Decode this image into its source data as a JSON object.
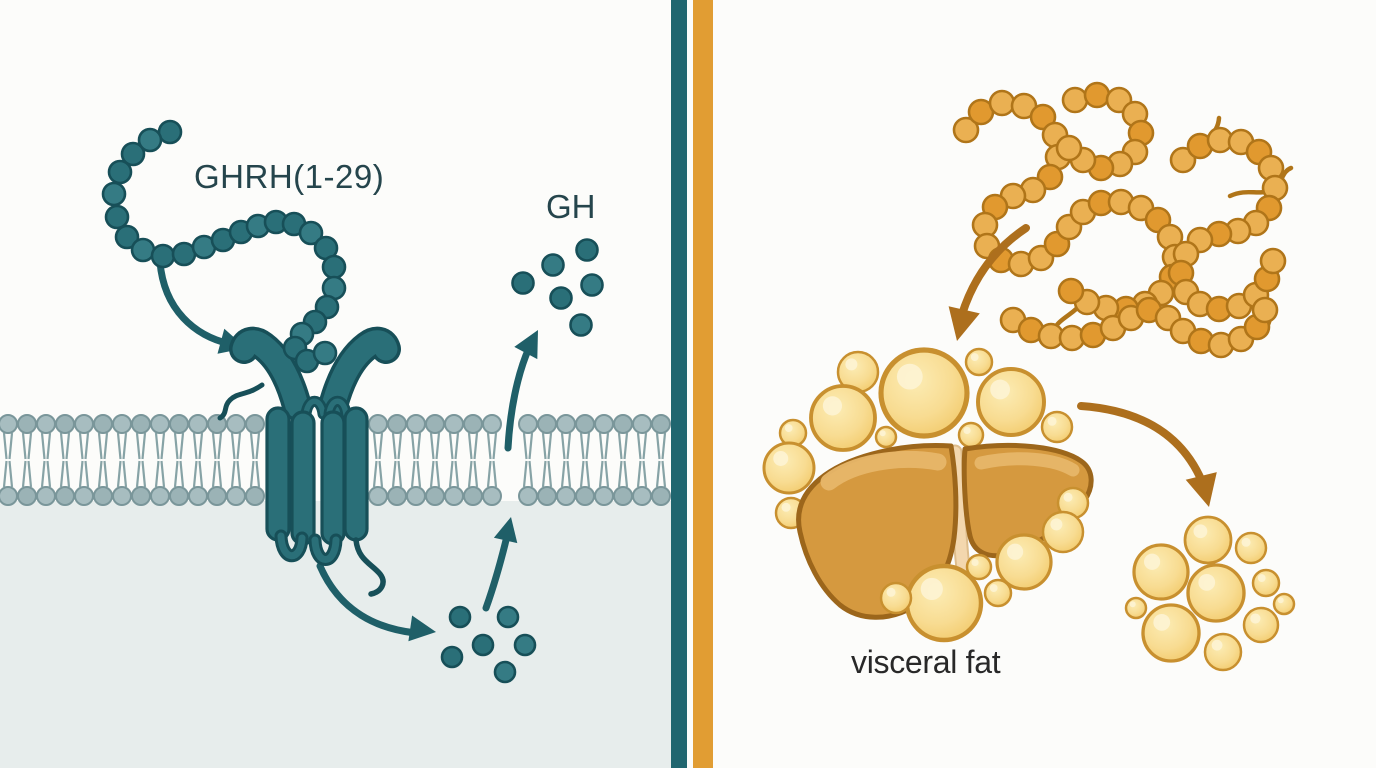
{
  "figure": {
    "kind": "two-panel biological illustration",
    "panel_count": 2
  },
  "left_panel": {
    "name": "GHRH signaling at cell membrane receptor",
    "peptide_label": "GHRH(1-29)",
    "hormone_label": "GH",
    "elements": [
      "ghrh-peptide-bead-chain",
      "binding-arrow",
      "ghrh-receptor",
      "cell-membrane-bilayer",
      "cytoplasm-region",
      "second-messenger-dots",
      "secretion-arrow-lower",
      "secretion-arrow-upper",
      "gh-molecule-dots"
    ]
  },
  "divider": {
    "stripes": [
      "teal",
      "orange"
    ]
  },
  "right_panel": {
    "name": "Liver, visceral fat and fat-cell cluster",
    "caption": "visceral fat",
    "elements": [
      "peptide-tangle",
      "down-arrow",
      "liver",
      "visceral-fat-cells",
      "mobilization-arrow",
      "fat-cell-cluster"
    ]
  },
  "colors": {
    "panel_bg": "#fcfcfa",
    "accent_teal": "#2a6f78",
    "accent_teal_alt": "#357b84",
    "teal_outline": "#174f58",
    "arrow_teal": "#1f5f68",
    "membrane_head": "#a7bdc0",
    "membrane_head_alt": "#9bb3b6",
    "membrane_stroke": "#7a969a",
    "membrane_tail": "#87a3a6",
    "cytoplasm": "#e7edec",
    "divider_teal": "#20666f",
    "divider_orange": "#e19d33",
    "bead_orange": "#eab052",
    "bead_orange_alt": "#e1992f",
    "bead_orange_outline": "#b07519",
    "arrow_brown": "#ad6f1d",
    "liver_fill": "#d5993f",
    "liver_outline": "#9c661b",
    "liver_highlight": "#e7b669",
    "ligament": "#f3d7ae",
    "ligament_outline": "#debd8c",
    "fat_fill": "#f8dc92",
    "fat_fill_light": "#fcecb4",
    "fat_fill_deep": "#f1c765",
    "fat_outline": "#c8902f",
    "fat_highlight": "#fdf3d2",
    "label_teal": "#25454c",
    "label_dark": "#282828"
  }
}
